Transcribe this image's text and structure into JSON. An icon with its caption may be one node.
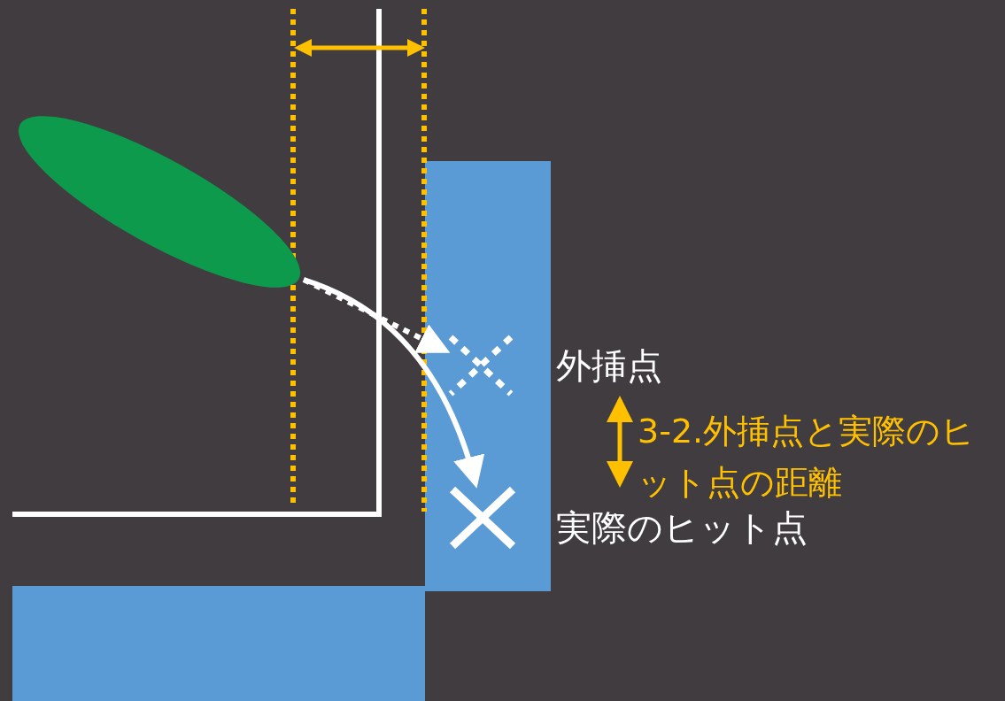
{
  "diagram": {
    "nodes": [
      {
        "text": [],
        "shape": "ellipse"
      },
      {
        "text": [
          "外挿点"
        ]
      },
      {
        "text": [
          "実際のヒット点"
        ]
      }
    ],
    "edges": [
      {
        "from": 0,
        "to": 1,
        "arrow": "to",
        "style": "dashed"
      },
      {
        "from": 0,
        "to": 2,
        "arrow": "to"
      },
      {
        "from": 1,
        "to": 2,
        "arrow": "both",
        "color": "#ffc000",
        "label": "3-2.外挿点と実際のヒット点の距離"
      }
    ]
  }
}
